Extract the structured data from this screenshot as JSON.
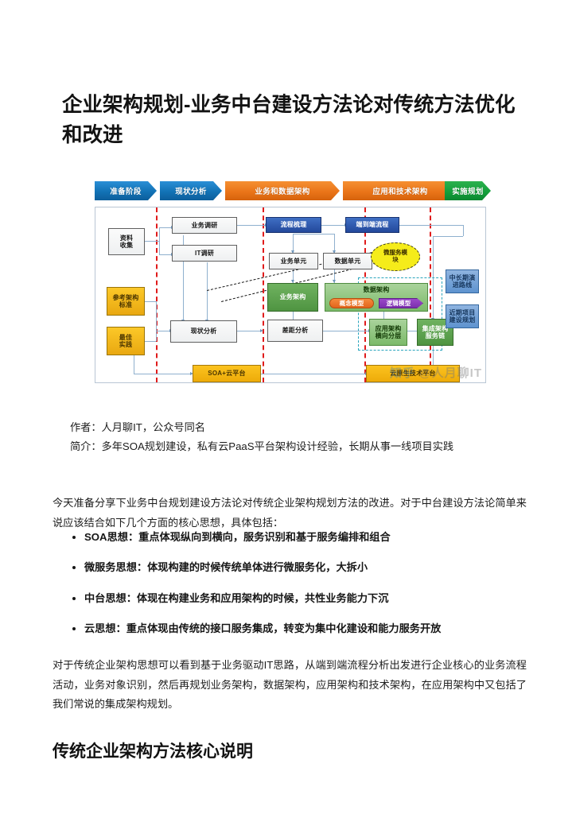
{
  "document": {
    "title": "企业架构规划-业务中台建设方法论对传统方法优化和改进",
    "author_line": "作者：人月聊IT，公众号同名",
    "bio_line": "简介：多年SOA规划建设，私有云PaaS平台架构设计经验，长期从事一线项目实践",
    "paragraph_1": "今天准备分享下业务中台规划建设方法论对传统企业架构规划方法的改进。对于中台建设方法论简单来说应该结合如下几个方面的核心思想，具体包括：",
    "bullets": [
      "SOA思想：重点体现纵向到横向，服务识别和基于服务编排和组合",
      "微服务思想：体现构建的时候传统单体进行微服务化，大拆小",
      "中台思想：体现在构建业务和应用架构的时候，共性业务能力下沉",
      "云思想：重点体现由传统的接口服务集成，转变为集中化建设和能力服务开放"
    ],
    "paragraph_2": "对于传统企业架构思想可以看到基于业务驱动IT思路，从端到端流程分析出发进行企业核心的业务流程活动，业务对象识别，然后再规划业务架构，数据架构，应用架构和技术架构，在应用架构中又包括了我们常说的集成架构规划。",
    "section_heading": "传统企业架构方法核心说明"
  },
  "figure": {
    "watermark_zh": "知乎",
    "watermark_user": "@人月聊IT",
    "phases": [
      {
        "label": "准备阶段",
        "color": "#1272b5"
      },
      {
        "label": "现状分析",
        "color": "#1272b5"
      },
      {
        "label": "业务和数据架构",
        "color": "#ea7519"
      },
      {
        "label": "应用和技术架构",
        "color": "#ea7519"
      },
      {
        "label": "实施规划",
        "color": "#13a03b"
      }
    ],
    "nodes": {
      "data_collect": "资料\n收集",
      "ref_arch_std": "参考架构\n标准",
      "best_practice": "最佳\n实践",
      "biz_survey": "业务调研",
      "it_survey": "IT调研",
      "as_is_analysis": "现状分析",
      "soa_cloud": "SOA+云平台",
      "process_sortout": "流程梳理",
      "end_to_end": "端到端流程",
      "biz_unit": "业务单元",
      "data_unit": "数据单元",
      "biz_arch": "业务架构",
      "data_arch": "数据架构",
      "concept_model": "概念模型",
      "logic_model": "逻辑模型",
      "gap_analysis": "差距分析",
      "app_arch": "应用架构\n横向分层",
      "integration_arch": "集成架构\n服务链",
      "cloud_native": "云原生技术平台",
      "microservice_module": "微服务模\n块",
      "long_term_roadmap": "中长期演\n进路线",
      "near_term_plan": "近期项目\n建设规划"
    }
  },
  "colors": {
    "phase_blue": "#1272b5",
    "phase_orange": "#ea7519",
    "phase_green": "#13a03b",
    "divider_red": "#e01b1b",
    "node_yellow": "#edab09",
    "node_green": "#4f9441",
    "node_blue": "#23489b",
    "highlight_yellow": "#f5ec1a",
    "dash_teal": "#2aa5bd"
  }
}
